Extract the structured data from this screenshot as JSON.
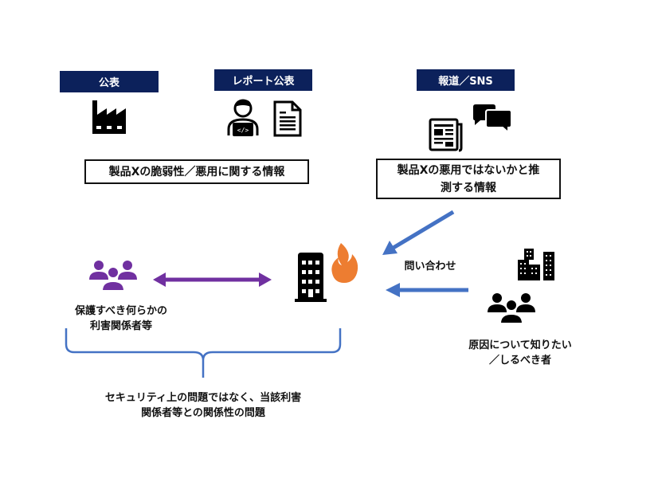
{
  "headers": {
    "publish": "公表",
    "report_publish": "レポート公表",
    "news_sns": "報道／SNS"
  },
  "boxes": {
    "vulnerability_info": "製品Xの脆弱性／悪用に関する情報",
    "abuse_speculation_line1": "製品Xの悪用ではないかと推",
    "abuse_speculation_line2": "測する情報"
  },
  "labels": {
    "inquiry": "問い合わせ",
    "stakeholders_line1": "保護すべき何らかの",
    "stakeholders_line2": "利害関係者等",
    "curious_line1": "原因について知りたい",
    "curious_line2": "／しるべき者",
    "conclusion_line1": "セキュリティ上の問題ではなく、当該利害",
    "conclusion_line2": "関係者等との関係性の問題"
  },
  "icons": {
    "factory": "factory-icon",
    "developer": "developer-laptop-icon",
    "document": "document-icon",
    "newspaper": "newspaper-icon",
    "chat": "chat-bubbles-icon",
    "building": "office-building-icon",
    "fire": "fire-icon",
    "city": "city-buildings-icon",
    "group_purple": "people-group-icon",
    "group_black": "people-group-icon"
  },
  "colors": {
    "header_bg": "#0c215b",
    "arrow_blue": "#4472c4",
    "arrow_purple": "#7030a0",
    "fire_orange": "#ed7d31",
    "group_purple": "#7030a0"
  }
}
